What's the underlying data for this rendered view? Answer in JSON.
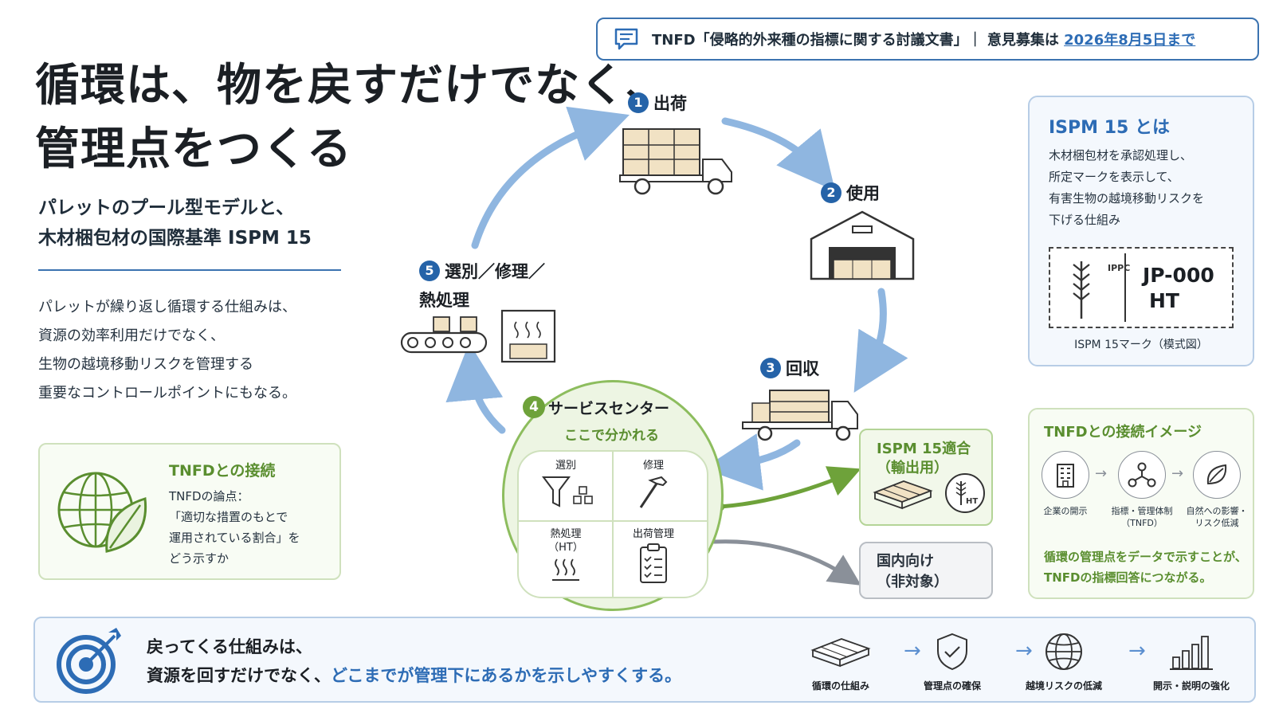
{
  "notice": {
    "text": "TNFD「侵略的外来種の指標に関する討議文書」｜ 意見募集は ",
    "deadline": "2026年8月5日まで"
  },
  "headline": {
    "line1": "循環は、物を戻すだけでなく、",
    "line2": "管理点をつくる"
  },
  "subtitle": {
    "line1": "パレットのプール型モデルと、",
    "line2": "木材梱包材の国際基準 ISPM 15"
  },
  "body": {
    "lines": [
      "パレットが繰り返し循環する仕組みは、",
      "資源の効率利用だけでなく、",
      "生物の越境移動リスクを管理する",
      "重要なコントロールポイントにもなる。"
    ]
  },
  "tnfd_box": {
    "heading": "TNFDとの接続",
    "lines": [
      "TNFDの論点：",
      "「適切な措置のもとで",
      "運用されている割合」を",
      "どう示すか"
    ]
  },
  "cycle": {
    "steps": [
      {
        "num": "1",
        "label": "出荷"
      },
      {
        "num": "2",
        "label": "使用"
      },
      {
        "num": "3",
        "label": "回収"
      },
      {
        "num": "4",
        "label": "サービスセンター"
      },
      {
        "num": "5",
        "label": "選別／修理／",
        "label2": "熱処理"
      }
    ],
    "service_sub": "ここで分かれる",
    "service_cells": [
      {
        "label": "選別"
      },
      {
        "label": "修理"
      },
      {
        "label": "熱処理",
        "label2": "（HT）"
      },
      {
        "label": "出荷管理"
      }
    ]
  },
  "outputs": {
    "export": {
      "line1": "ISPM 15適合",
      "line2": "（輸出用）"
    },
    "domestic": {
      "line1": "国内向け",
      "line2": "（非対象）"
    }
  },
  "ispm_panel": {
    "heading": "ISPM 15 とは",
    "lines": [
      "木材梱包材を承認処理し、",
      "所定マークを表示して、",
      "有害生物の越境移動リスクを",
      "下げる仕組み"
    ],
    "mark_ippc": "IPPC",
    "mark_code1": "JP-000",
    "mark_code2": "HT",
    "caption": "ISPM 15マーク（模式図）"
  },
  "image_panel": {
    "heading": "TNFDとの接続イメージ",
    "items": [
      {
        "label": "企業の開示",
        "label2": ""
      },
      {
        "label": "指標・管理体制",
        "label2": "（TNFD）"
      },
      {
        "label": "自然への影響・",
        "label2": "リスク低減"
      }
    ],
    "note": {
      "line1": "循環の管理点をデータで示すことが、",
      "line2": "TNFDの指標回答につながる。"
    }
  },
  "banner": {
    "line1": "戻ってくる仕組みは、",
    "line2_plain": "資源を回すだけでなく、",
    "line2_highlight": "どこまでが管理下にあるかを示しやすくする。",
    "items": [
      {
        "label": "循環の仕組み"
      },
      {
        "label": "管理点の確保"
      },
      {
        "label": "越境リスクの低減"
      },
      {
        "label": "開示・説明の強化"
      }
    ]
  },
  "colors": {
    "blue": "#2d6cb5",
    "green": "#5a8e2f",
    "arrow_blue": "#8fb6e0"
  }
}
